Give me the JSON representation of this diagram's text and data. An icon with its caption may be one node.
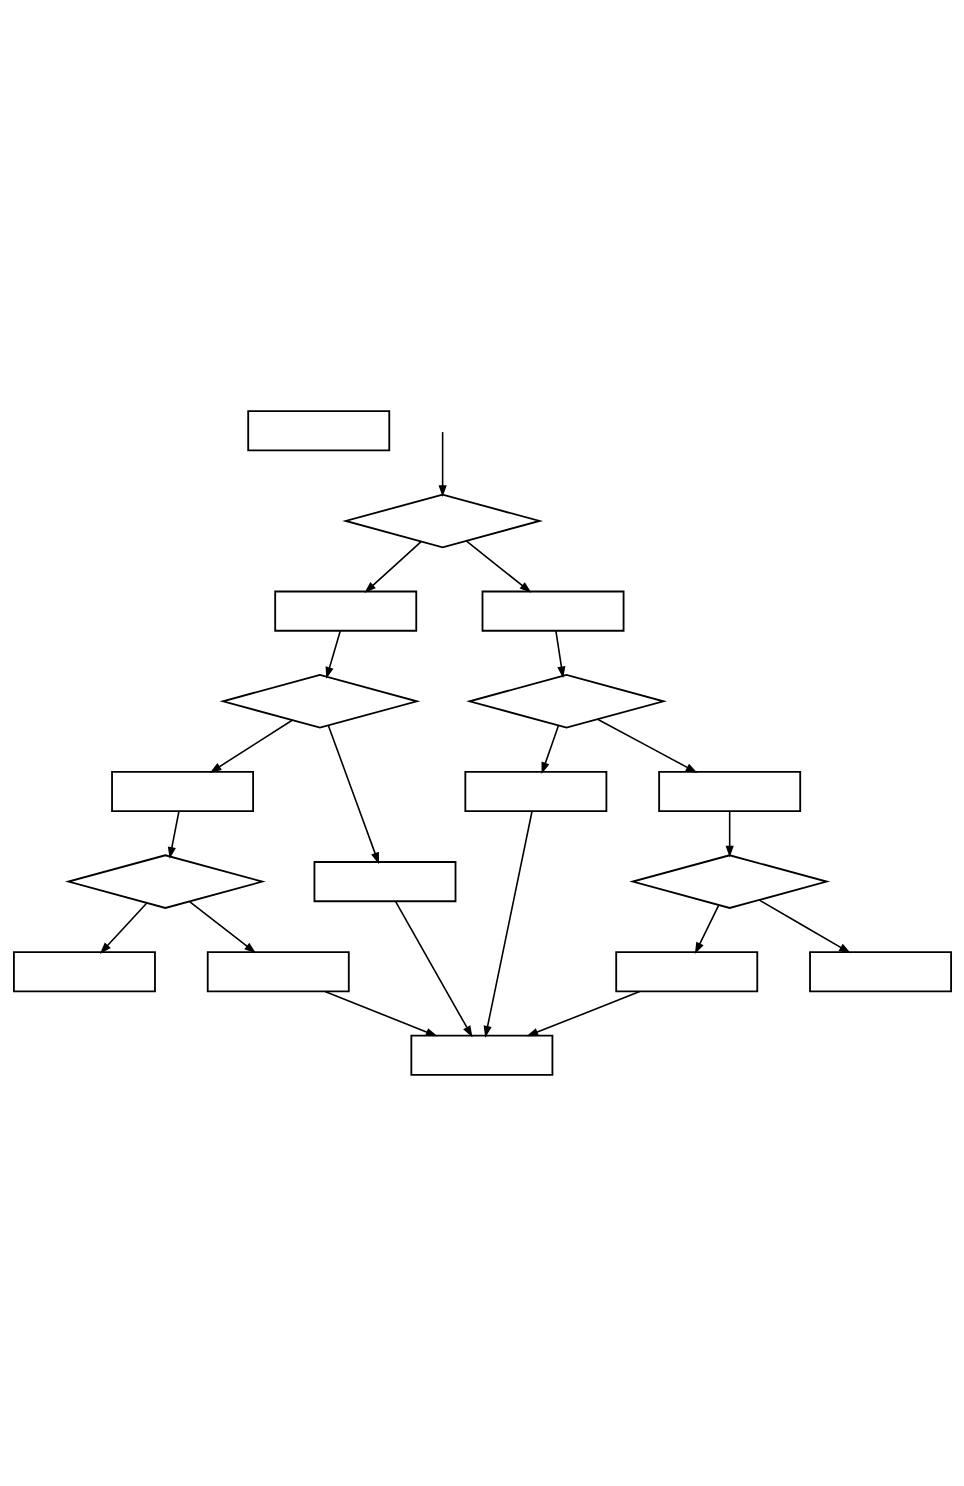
{
  "diagram": {
    "nodes": [
      {
        "text": [],
        "shape": "box"
      },
      {
        "text": [],
        "shape": "diamond"
      },
      {
        "text": [],
        "shape": "box"
      },
      {
        "text": [],
        "shape": "diamond"
      },
      {
        "text": [],
        "shape": "box"
      },
      {
        "text": [],
        "shape": "diamond"
      },
      {
        "text": [],
        "shape": "box"
      },
      {
        "text": [],
        "shape": "box"
      },
      {
        "text": [],
        "shape": "box"
      },
      {
        "text": [],
        "shape": "box"
      },
      {
        "text": [],
        "shape": "box"
      },
      {
        "text": [],
        "shape": "box"
      },
      {
        "text": [],
        "shape": "diamond"
      },
      {
        "text": [],
        "shape": "box"
      },
      {
        "text": [],
        "shape": "diamond"
      },
      {
        "text": [],
        "shape": "box"
      },
      {
        "text": [],
        "shape": "box"
      }
    ],
    "edges": [
      {
        "from": null,
        "to": 1,
        "arrow": "to"
      },
      {
        "from": 1,
        "to": 2,
        "arrow": "to"
      },
      {
        "from": 1,
        "to": 10,
        "arrow": "to"
      },
      {
        "from": 2,
        "to": 3,
        "arrow": "to"
      },
      {
        "from": 3,
        "to": 4,
        "arrow": "to"
      },
      {
        "from": 3,
        "to": 7,
        "arrow": "to"
      },
      {
        "from": 4,
        "to": 5,
        "arrow": "to"
      },
      {
        "from": 5,
        "to": 6,
        "arrow": "to"
      },
      {
        "from": 5,
        "to": 8,
        "arrow": "to"
      },
      {
        "from": 7,
        "to": 9,
        "arrow": "to"
      },
      {
        "from": 8,
        "to": 9,
        "arrow": "to"
      },
      {
        "from": 10,
        "to": 12,
        "arrow": "to"
      },
      {
        "from": 12,
        "to": 13,
        "arrow": "to"
      },
      {
        "from": 12,
        "to": 11,
        "arrow": "to"
      },
      {
        "from": 13,
        "to": 14,
        "arrow": "to"
      },
      {
        "from": 14,
        "to": 16,
        "arrow": "to"
      },
      {
        "from": 14,
        "to": 15,
        "arrow": "to"
      },
      {
        "from": 11,
        "to": 9,
        "arrow": "to"
      },
      {
        "from": 15,
        "to": 9,
        "arrow": "to"
      }
    ]
  }
}
